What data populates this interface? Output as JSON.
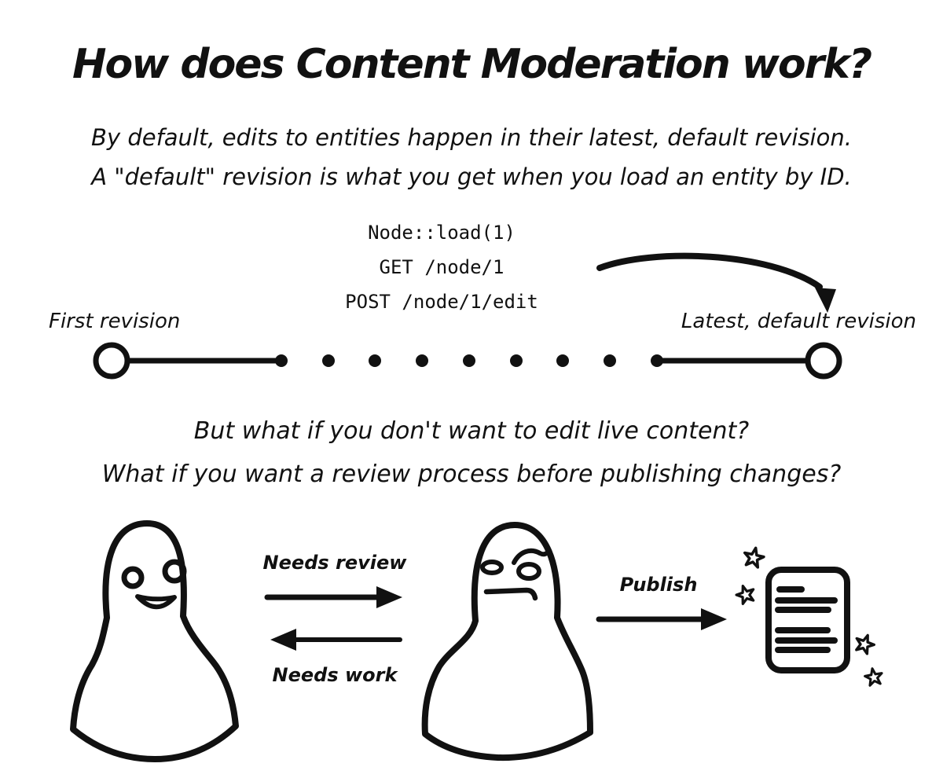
{
  "title": "How does Content Moderation work?",
  "intro": {
    "line1": "By default, edits to entities happen in their latest, default revision.",
    "line2": "A \"default\" revision is what you get when you load an entity by ID."
  },
  "code": {
    "line1": "Node::load(1)",
    "line2": "GET /node/1",
    "line3": "POST /node/1/edit"
  },
  "timeline": {
    "first_label": "First revision",
    "latest_label": "Latest, default revision",
    "dot_count": 9
  },
  "question": {
    "line1": "But what if you don't want to edit live content?",
    "line2": "What if you want a review process before publishing changes?"
  },
  "workflow": {
    "forward_label": "Needs review",
    "back_label": "Needs work",
    "publish_label": "Publish"
  },
  "icons": {
    "author": "happy-blob",
    "reviewer": "skeptical-blob",
    "result": "published-document-with-stars"
  },
  "colors": {
    "ink": "#111111",
    "background": "#ffffff"
  }
}
